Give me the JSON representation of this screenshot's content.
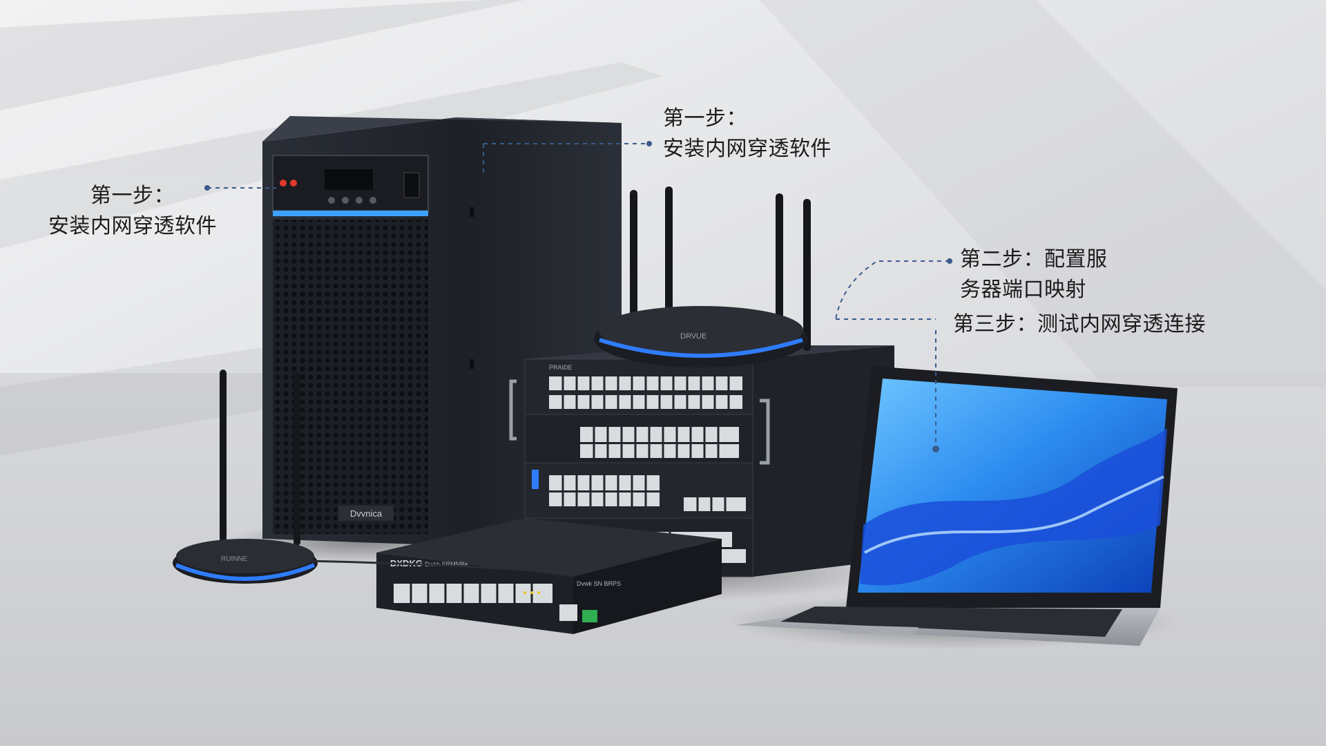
{
  "annotations": {
    "step1_left": {
      "line1": "第一步：",
      "line2": "安装内网穿透软件"
    },
    "step1_top": {
      "line1": "第一步：",
      "line2": "安装内网穿透软件"
    },
    "step2": {
      "line1": "第二步：配置服",
      "line2": "务器端口映射"
    },
    "step3": {
      "text": "第三步：测试内网穿透连接"
    }
  },
  "devices": {
    "tower_server": {
      "front_label": "Dvvnica"
    },
    "small_router": {
      "label": "RUINNE"
    },
    "large_router": {
      "label": "DRVUE"
    },
    "desktop_switch": {
      "brand": "DXDKG",
      "model": "Dwkk SRMNRe",
      "port_label": "Dvwk SN BRPS"
    },
    "rack_switch": {
      "label": "PRAIDE"
    }
  },
  "colors": {
    "accent_blue": "#2f7cff",
    "annotation_line": "#3a5a8c",
    "device_body": "#23262d",
    "laptop_screen": "#1a6fe6"
  }
}
